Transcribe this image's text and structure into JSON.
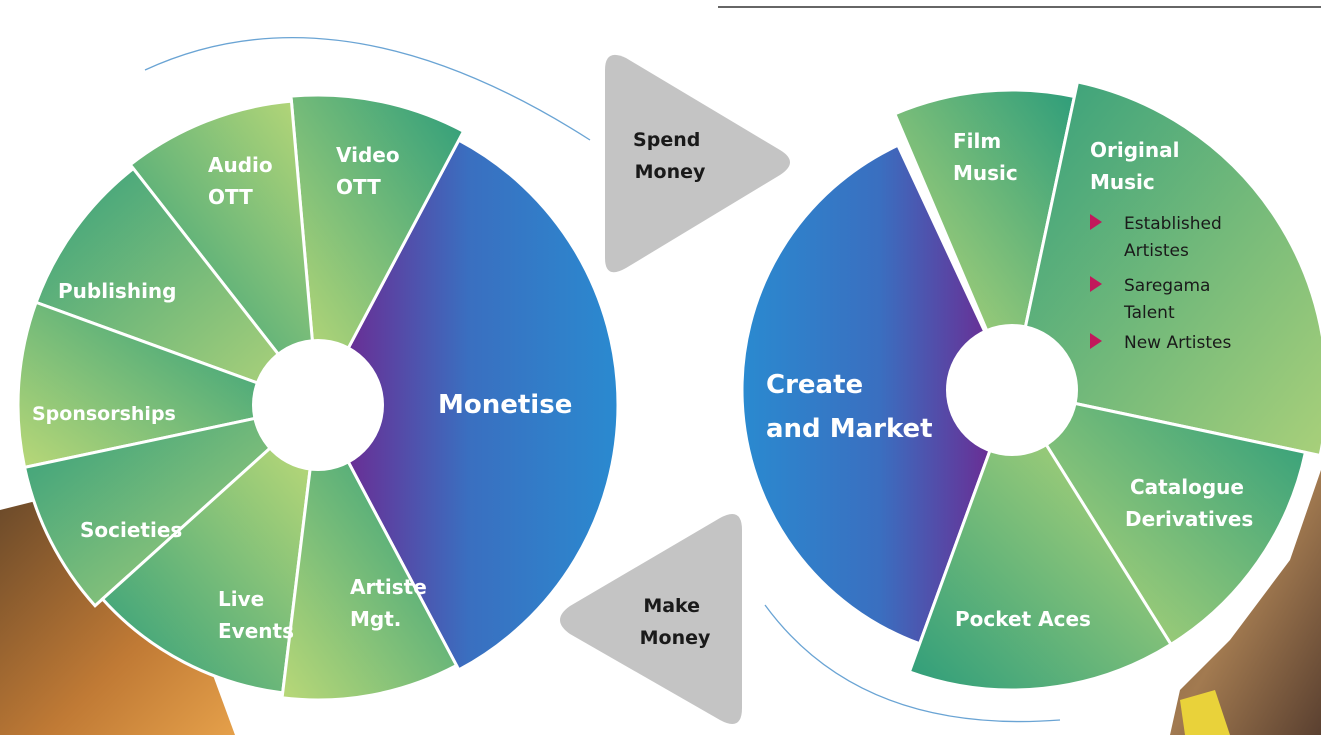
{
  "colors": {
    "green_dark": "#2d9b78",
    "green_light": "#b7d77a",
    "blue": "#2a88cc",
    "purple": "#6a2d94",
    "arrow_gray": "#c4c4c4",
    "bullet": "#c2185b",
    "guide_line": "#6aa4d4"
  },
  "left_wheel": {
    "center_label": "Monetise",
    "segments": [
      {
        "line1": "Video",
        "line2": "OTT"
      },
      {
        "line1": "Audio",
        "line2": "OTT"
      },
      {
        "line1": "Publishing",
        "line2": ""
      },
      {
        "line1": "Sponsorships",
        "line2": ""
      },
      {
        "line1": "Societies",
        "line2": ""
      },
      {
        "line1": "Live",
        "line2": "Events"
      },
      {
        "line1": "Artiste",
        "line2": "Mgt."
      }
    ]
  },
  "right_wheel": {
    "center_line1": "Create",
    "center_line2": "and Market",
    "segments": [
      {
        "line1": "Film",
        "line2": "Music"
      },
      {
        "line1": "Original",
        "line2": "Music"
      },
      {
        "line1": "Catalogue",
        "line2": "Derivatives"
      },
      {
        "line1": "Pocket Aces",
        "line2": ""
      }
    ],
    "original_music_items": [
      {
        "line1": "Established",
        "line2": "Artistes"
      },
      {
        "line1": "Saregama",
        "line2": "Talent"
      },
      {
        "line1": "New Artistes",
        "line2": ""
      }
    ]
  },
  "arrows": {
    "top": {
      "line1": "Spend",
      "line2": "Money"
    },
    "bottom": {
      "line1": "Make",
      "line2": "Money"
    }
  }
}
